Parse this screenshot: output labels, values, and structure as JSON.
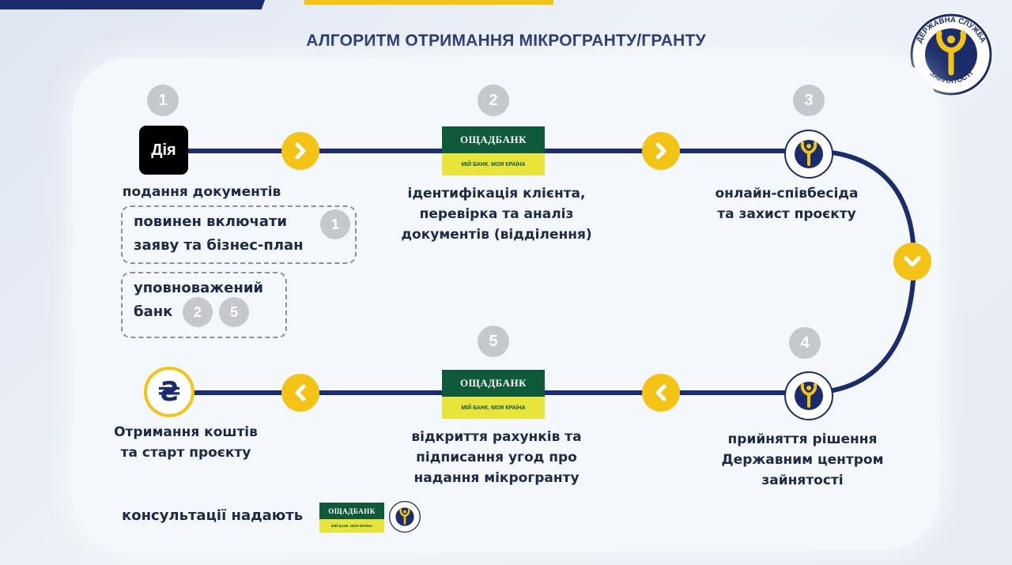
{
  "title": "АЛГОРИТМ ОТРИМАННЯ МІКРОГРАНТУ/ГРАНТУ",
  "logo": {
    "text": "ДЕРЖАВНА СЛУЖБА ЗАЙНЯТОСТІ",
    "icon": "employment-service-emblem"
  },
  "steps": [
    {
      "number": "1",
      "icon": "diia-logo",
      "logo_text": "Дія",
      "label_lines": [
        "подання документів"
      ]
    },
    {
      "number": "2",
      "icon": "oschadbank-logo",
      "label_lines": [
        "ідентифікація клієнта,",
        "перевірка та аналіз",
        "документів (відділення)"
      ]
    },
    {
      "number": "3",
      "icon": "employment-service-emblem",
      "label_lines": [
        "онлайн-співбесіда",
        "та захист проєкту"
      ]
    },
    {
      "number": "4",
      "icon": "employment-service-emblem",
      "label_lines": [
        "прийняття рішення",
        "Державним центром",
        "зайнятості"
      ]
    },
    {
      "number": "5",
      "icon": "oschadbank-logo",
      "label_lines": [
        "відкриття рахунків та",
        "підписання угод про",
        "надання мікрогранту"
      ]
    },
    {
      "number": "",
      "icon": "hryvnia-icon",
      "symbol": "₴",
      "label_lines": [
        "Отримання коштів",
        "та старт проєкту"
      ]
    }
  ],
  "notes": [
    {
      "lines": [
        "повинен включати",
        "заяву та бізнес-план"
      ],
      "refs": [
        "1"
      ]
    },
    {
      "lines": [
        "уповноважений",
        "банк"
      ],
      "refs": [
        "2",
        "5"
      ]
    }
  ],
  "bank": {
    "name": "ОЩАДБАНК",
    "slogan": "МІЙ БАНК. МОЯ КРАЇНА"
  },
  "footer": {
    "consult_label": "консультації надають"
  },
  "colors": {
    "navy": "#1a2c6b",
    "yellow": "#f3c316",
    "grey": "#c5c8cd",
    "bank_green": "#0f5a3a",
    "bank_yellow": "#e8e43a"
  }
}
